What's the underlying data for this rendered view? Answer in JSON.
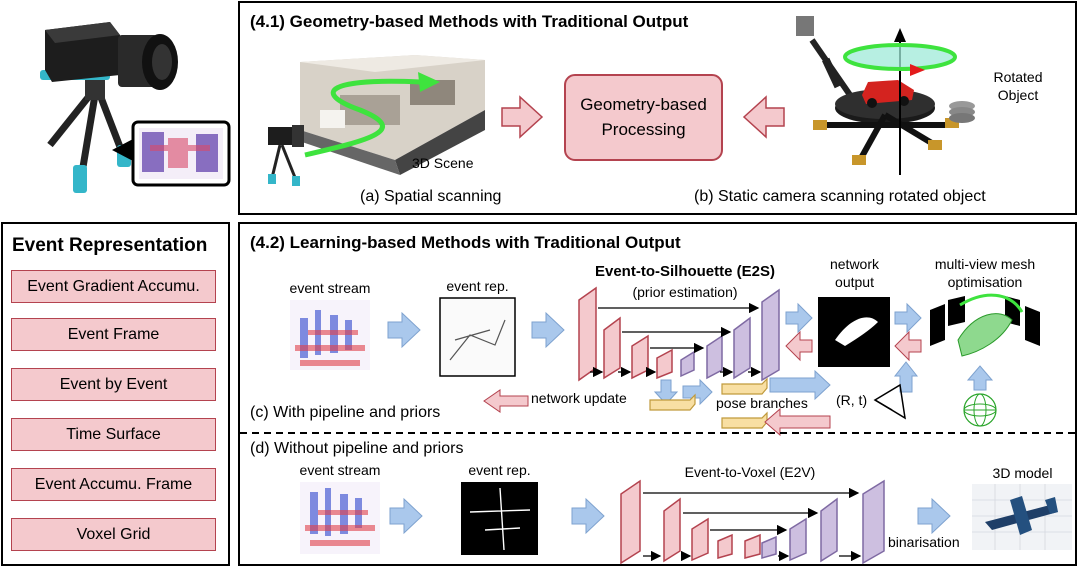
{
  "panel_41": {
    "title": "(4.1) Geometry-based Methods with Traditional Output",
    "processing_box": "Geometry-based Processing",
    "scene_label": "3D Scene",
    "rotated_label": "Rotated Object",
    "caption_a": "(a) Spatial scanning",
    "caption_b": "(b) Static camera scanning rotated object"
  },
  "event_representation": {
    "title": "Event Representation",
    "items": [
      "Event Gradient Accumu.",
      "Event Frame",
      "Event by Event",
      "Time Surface",
      "Event Accumu. Frame",
      "Voxel Grid"
    ]
  },
  "panel_42": {
    "title": "(4.2) Learning-based Methods with Traditional Output",
    "c": {
      "event_stream": "event stream",
      "event_rep": "event rep.",
      "network_title": "Event-to-Silhouette (E2S)",
      "network_sub": "(prior estimation)",
      "network_output_1": "network",
      "network_output_2": "output",
      "mesh_1": "multi-view mesh",
      "mesh_2": "optimisation",
      "network_update": "network update",
      "pose_branches": "pose branches",
      "rt": "(R, t)",
      "caption": "(c) With pipeline and priors"
    },
    "d": {
      "caption": "(d) Without pipeline and priors",
      "event_stream": "event stream",
      "event_rep": "event rep.",
      "network_title": "Event-to-Voxel (E2V)",
      "model_label": "3D model",
      "binarisation": "binarisation"
    }
  },
  "colors": {
    "pink_fill": "#f4c9cd",
    "pink_stroke": "#b4434f",
    "purple_fill": "#cdbfe0",
    "purple_stroke": "#7f6aa3",
    "yellow_fill": "#f8dfa3",
    "yellow_stroke": "#c09a3c",
    "blue_arrow": "#aac8ec",
    "green": "#3ee33e"
  }
}
